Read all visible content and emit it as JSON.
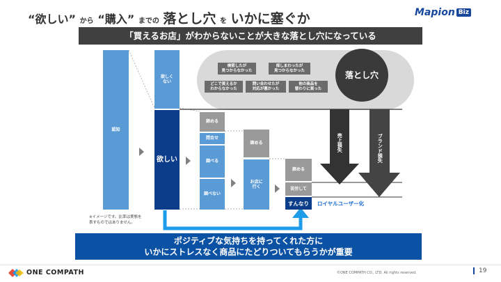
{
  "header": {
    "title_part1": "“欲しい”",
    "title_part2": "から",
    "title_part3": "“購入”",
    "title_part4": "までの",
    "title_part5": "落とし穴",
    "title_part6": "を",
    "title_part7": "いかに塞ぐか",
    "logo_text": "Mapion",
    "logo_badge": "Biz"
  },
  "banner_top": "「買えるお店」がわからないことが大きな落とし穴になっている",
  "stages": {
    "ninchi": "認知",
    "hoshiku_nai": "欲しく\nない",
    "hoshii": "欲しい",
    "akirameru1": "諦める",
    "toiawase": "問合せ",
    "shiraberu": "調べる",
    "shirabenai": "調べない",
    "akirameru2": "諦める",
    "omise_ni_iku": "お店に\n行く",
    "akirameru3": "諦める",
    "kuro_shite": "苦労して",
    "sunnari": "すんなり"
  },
  "pitfall": {
    "label": "落とし穴",
    "reasons": [
      "検索したが\n見つからなかった",
      "探しまわったが\n見つからなかった",
      "どこで買えるか\nわからなかった",
      "問い合わせたが\n対応が悪かった",
      "他の商品を\n替わりに買った"
    ]
  },
  "losses": {
    "sales_loss": "売上損失",
    "brand_loss": "ブランド損失"
  },
  "loyal_user": "ロイヤルユーザー化",
  "note": "※イメージです。比率は実態を\n表すものではありません。",
  "banner_bottom_line1": "ポジティブな気持ちを持ってくれた方に",
  "banner_bottom_line2": "いかにストレスなく商品にたどりついてもらうかが重要",
  "footer": {
    "brand": "ONE COMPATH",
    "copyright": "©ONE COMPATH CO., LTD. All rights reserved.",
    "page_number": "19"
  },
  "colors": {
    "navy": "#0c3d8a",
    "light_blue": "#5b9bd5",
    "gray": "#9a9a9a",
    "dark_banner": "#404040",
    "bottom_banner": "#0b52a5",
    "loyal_text": "#1d6fd6"
  }
}
